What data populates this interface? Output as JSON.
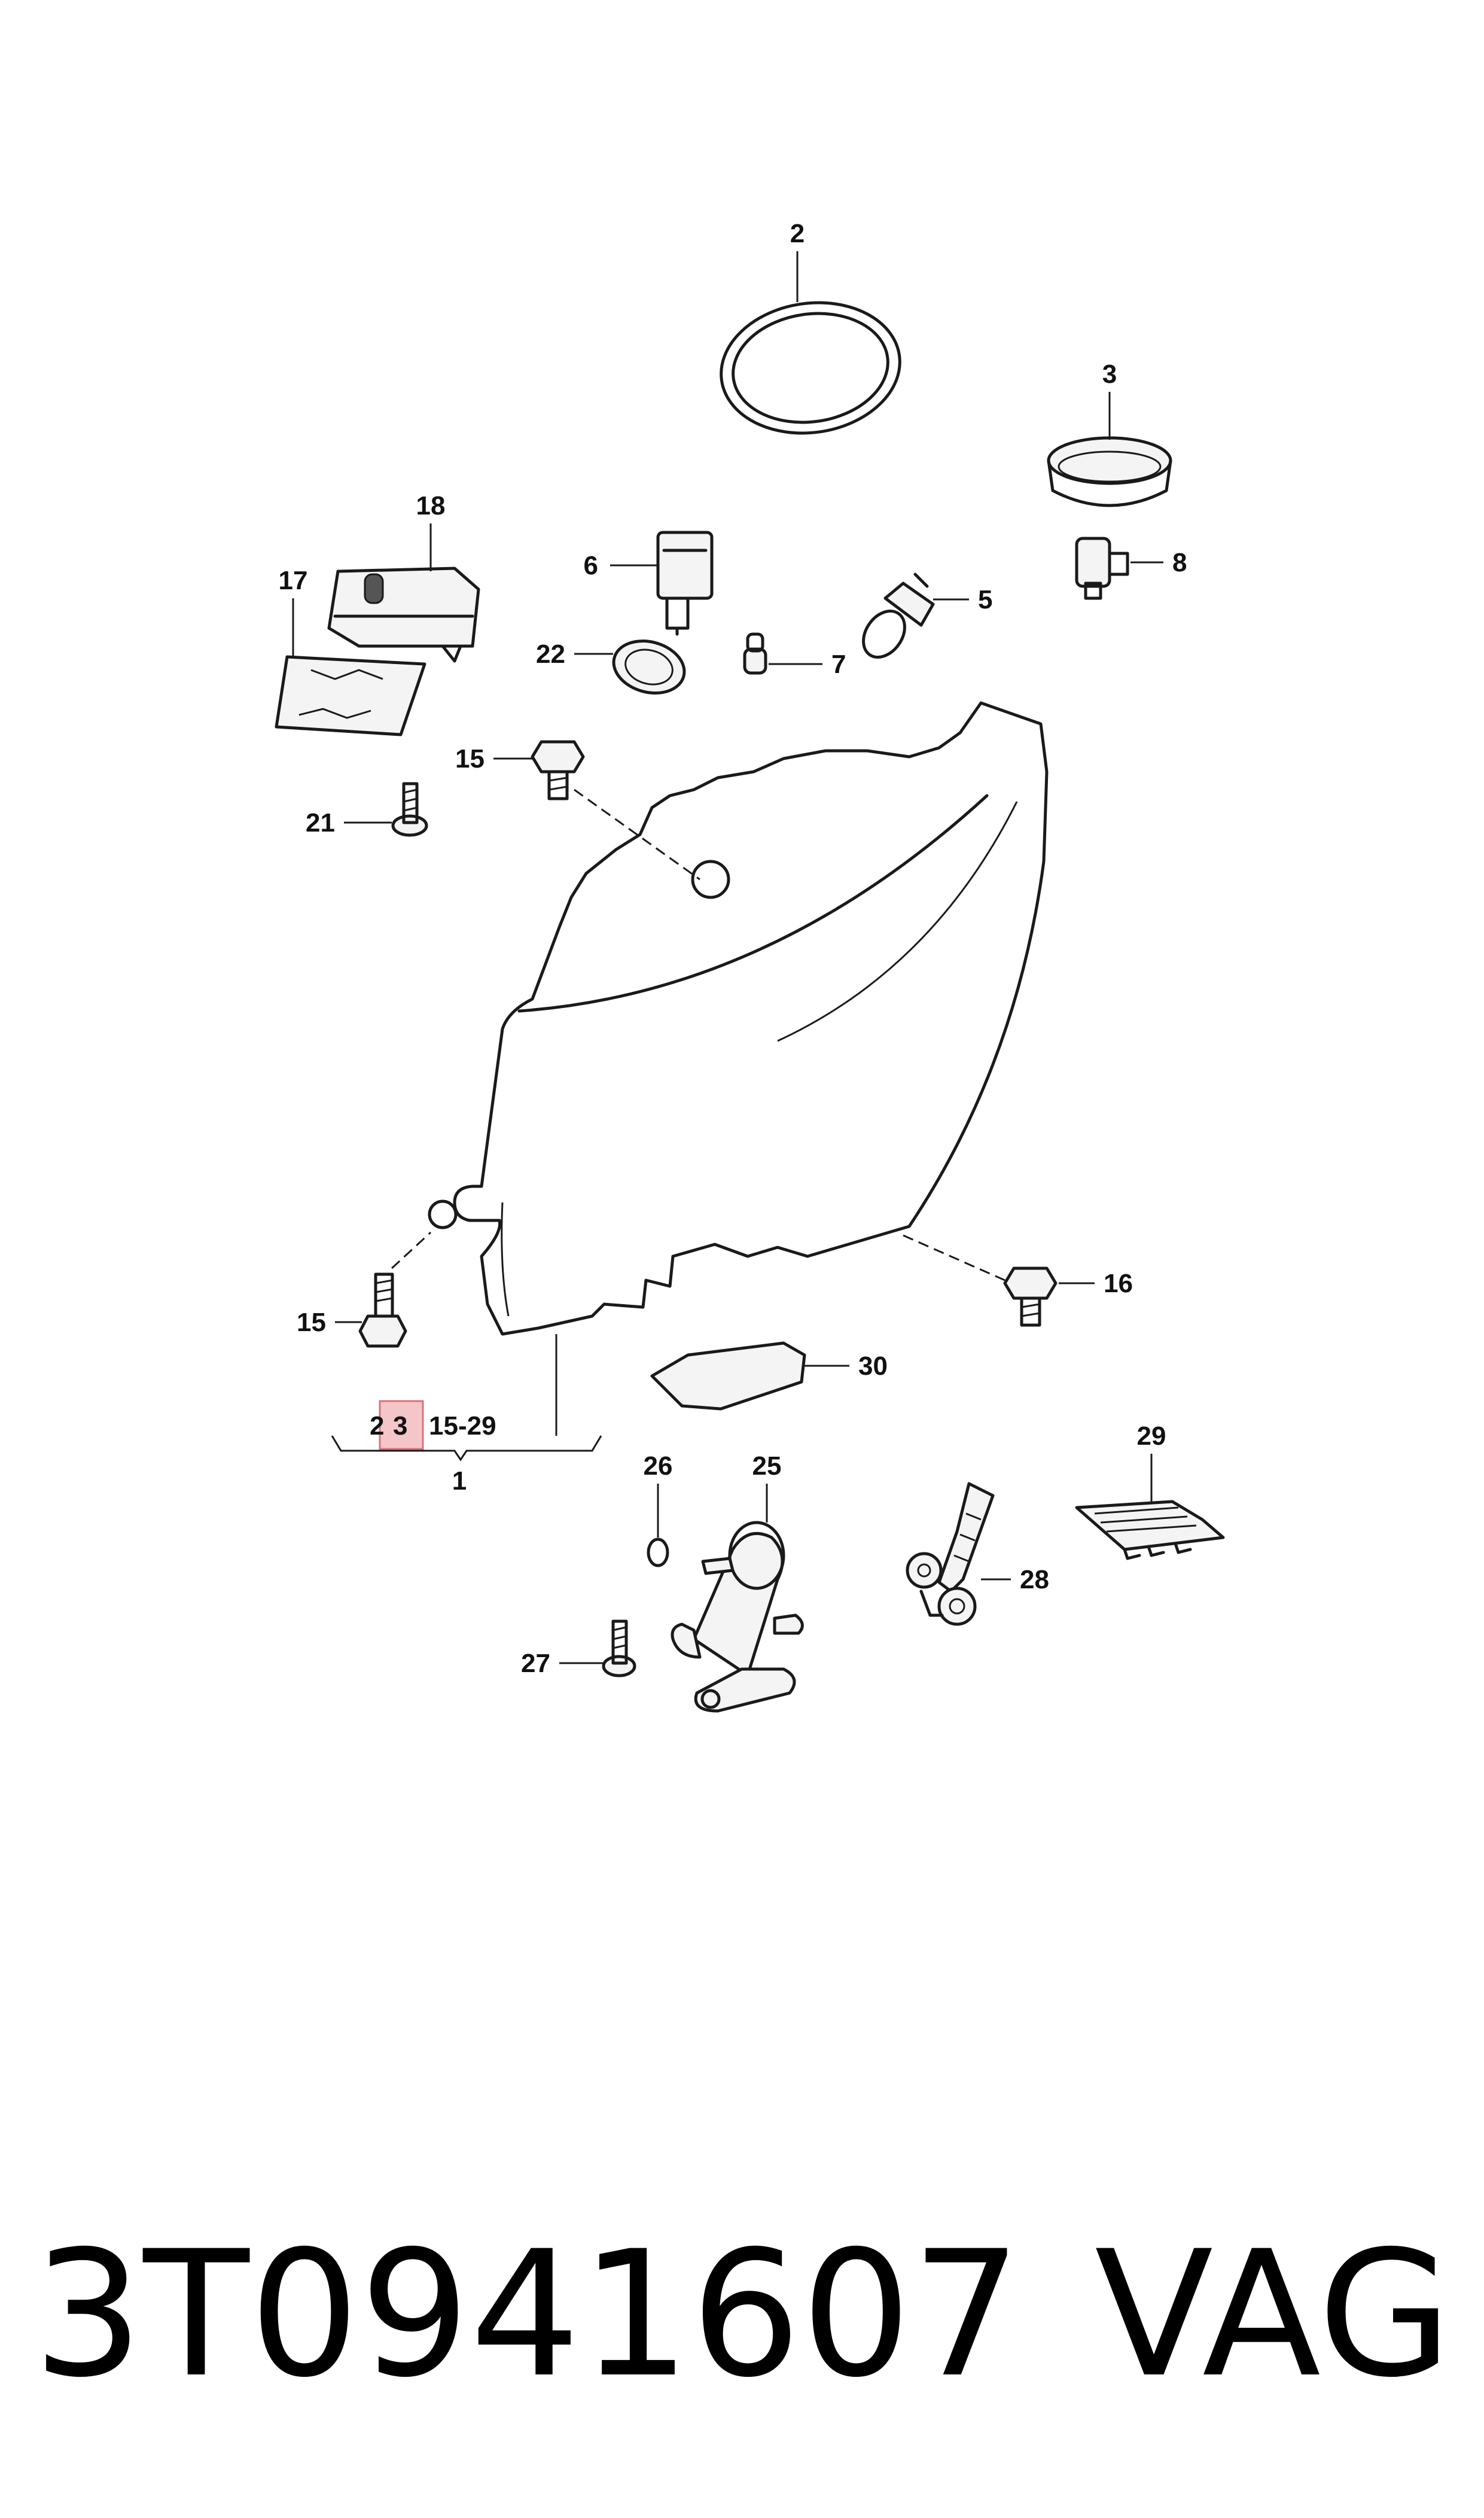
{
  "callouts": {
    "c2": "2",
    "c3": "3",
    "c5": "5",
    "c6": "6",
    "c7": "7",
    "c8": "8",
    "c15a": "15",
    "c15b": "15",
    "c16": "16",
    "c17": "17",
    "c18": "18",
    "c21": "21",
    "c22": "22",
    "c25": "25",
    "c26": "26",
    "c27": "27",
    "c28": "28",
    "c29": "29",
    "c30": "30",
    "kit_items_a": "2",
    "kit_items_b": "3",
    "kit_items_c": "15-29",
    "kit_assembly": "1"
  },
  "highlight": {
    "item": "3",
    "color": "#f4c6c9"
  },
  "footer": {
    "part_number": "3T0941607",
    "brand": "VAG"
  }
}
